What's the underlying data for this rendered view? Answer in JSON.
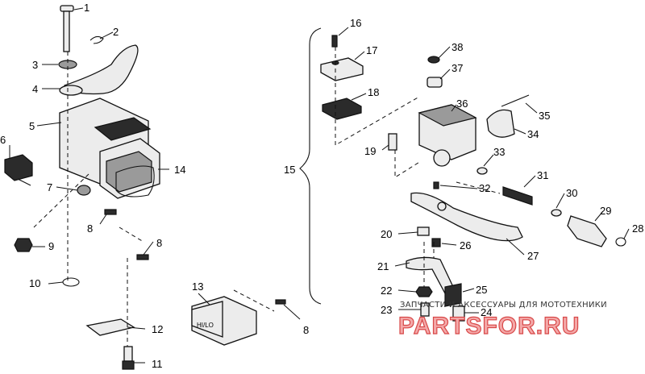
{
  "callouts": {
    "c1": "1",
    "c2": "2",
    "c3": "3",
    "c4": "4",
    "c5": "5",
    "c6": "6",
    "c7": "7",
    "c8a": "8",
    "c8b": "8",
    "c8c": "8",
    "c9": "9",
    "c10": "10",
    "c11": "11",
    "c12": "12",
    "c13": "13",
    "c14": "14",
    "c15": "15",
    "c16": "16",
    "c17": "17",
    "c18": "18",
    "c19": "19",
    "c20": "20",
    "c21": "21",
    "c22": "22",
    "c23": "23",
    "c24": "24",
    "c25": "25",
    "c26": "26",
    "c27": "27",
    "c28": "28",
    "c29": "29",
    "c30": "30",
    "c31": "31",
    "c32": "32",
    "c33": "33",
    "c34": "34",
    "c35": "35",
    "c36": "36",
    "c37": "37",
    "c38": "38"
  },
  "switch_label": "HI/LO",
  "watermark": {
    "caption": "ЗАПЧАСТИ И АКСЕССУАРЫ ДЛЯ МОТОТЕХНИКИ",
    "logo": "PARTSFOR.RU"
  }
}
